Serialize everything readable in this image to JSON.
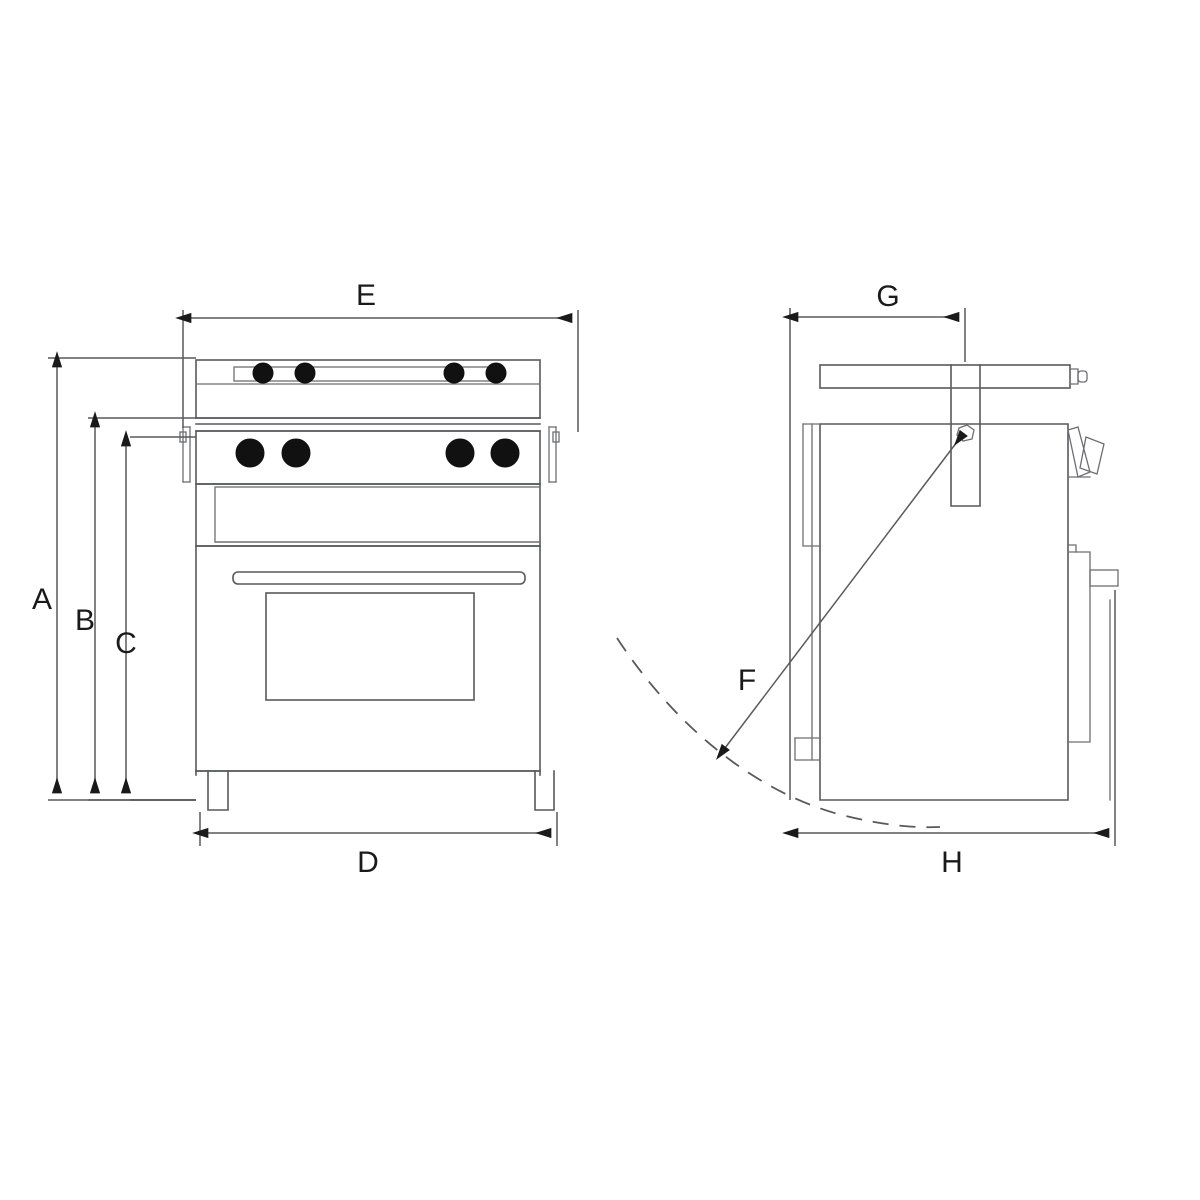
{
  "drawing": {
    "title": "Range cooker dimensional drawing",
    "views": [
      {
        "name": "front-elevation",
        "label": ""
      },
      {
        "name": "side-elevation",
        "label": ""
      }
    ],
    "line_color": "#58595b",
    "label_color": "#1a1a1a",
    "knob_color": "#111111",
    "background": "#ffffff"
  },
  "dimensions": {
    "A": {
      "label": "A",
      "orientation": "vertical",
      "view": "front",
      "description": "overall height to cooktop backguard top"
    },
    "B": {
      "label": "B",
      "orientation": "vertical",
      "view": "front",
      "description": "height to worktop surface"
    },
    "C": {
      "label": "C",
      "orientation": "vertical",
      "view": "front",
      "description": "height to control panel underside"
    },
    "D": {
      "label": "D",
      "orientation": "horizontal",
      "view": "front",
      "description": "body width at base"
    },
    "E": {
      "label": "E",
      "orientation": "horizontal",
      "view": "front",
      "description": "overall width including side trims"
    },
    "F": {
      "label": "F",
      "orientation": "leader",
      "view": "side",
      "description": "door opening swing radius"
    },
    "G": {
      "label": "G",
      "orientation": "horizontal",
      "view": "side",
      "description": "handle projection depth"
    },
    "H": {
      "label": "H",
      "orientation": "horizontal",
      "view": "side",
      "description": "overall depth"
    }
  },
  "front_view": {
    "knobs_upper": {
      "count": 4,
      "name": "backguard-indicator-dots"
    },
    "knobs_lower": {
      "count": 4,
      "name": "control-knobs"
    },
    "oven_door": {
      "name": "oven-door",
      "handle": "oven-door-handle",
      "window": "oven-door-window"
    },
    "legs": {
      "count": 2,
      "name": "adjustable-legs"
    }
  },
  "side_view": {
    "handle_bar": {
      "name": "top-handle-rail"
    },
    "bracket": {
      "name": "handle-bracket"
    },
    "hinge_detail": {
      "name": "hinge-pivot"
    },
    "lever_tab": {
      "name": "rear-lever-tab"
    },
    "swing_arc": {
      "name": "door-swing-arc",
      "style": "dashed"
    }
  }
}
